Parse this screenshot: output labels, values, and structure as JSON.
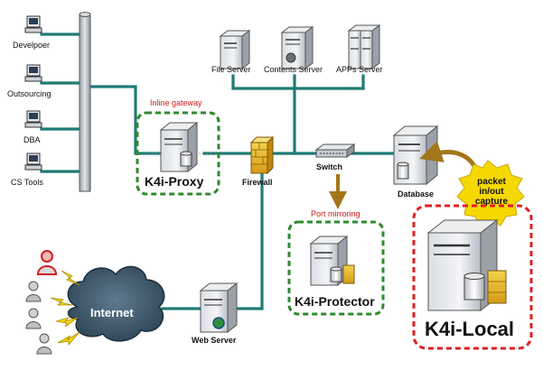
{
  "clients": {
    "developer": "Develpoer",
    "outsourcing": "Outsourcing",
    "dba": "DBA",
    "cs_tools": "CS Tools"
  },
  "servers": {
    "file_server": "File Server",
    "contents_server": "Contents Server",
    "apps_server": "APPs Server",
    "web_server": "Web Server",
    "database": "Database"
  },
  "network": {
    "firewall": "Firewall",
    "switch": "Switch",
    "internet": "Internet"
  },
  "zones": {
    "inline_gateway": "Inline gateway",
    "port_mirroring": "Port mirroring"
  },
  "products": {
    "proxy": "K4i-Proxy",
    "protector": "K4i-Protector",
    "local": "K4i-Local"
  },
  "capture_note": {
    "line1": "packet",
    "line2": "in/out",
    "line3": "capture"
  },
  "colors": {
    "link": "#1f7b73",
    "green_box": "#2e8a2e",
    "red_box": "#e02020",
    "arrow": "#8a6a1a",
    "bubble": "#f5d800"
  }
}
